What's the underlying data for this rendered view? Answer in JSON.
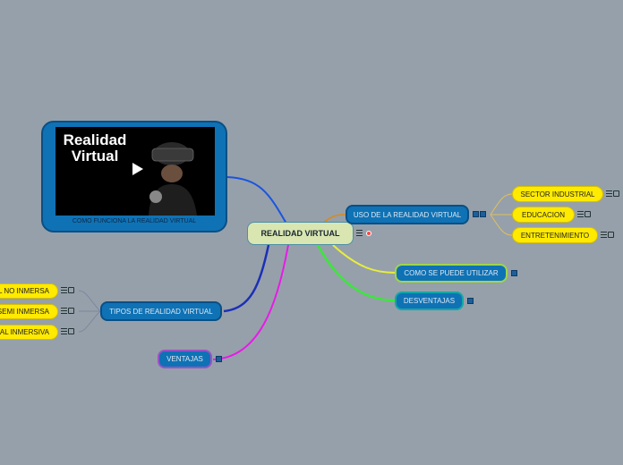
{
  "central": {
    "label": "REALIDAD VIRTUAL"
  },
  "video": {
    "title_line1": "Realidad",
    "title_line2": "Virtual",
    "caption": "COMO FUNCIONA LA REALIDAD VIRTUAL"
  },
  "branches": {
    "uso": {
      "label": "USO  DE LA REALIDAD VIRTUAL"
    },
    "como": {
      "label": "COMO SE PUEDE UTILIZAR"
    },
    "desventajas": {
      "label": "DESVENTAJAS"
    },
    "tipos": {
      "label": "TIPOS DE  REALIDAD VIRTUAL"
    },
    "ventajas": {
      "label": "VENTAJAS"
    }
  },
  "uso_children": [
    {
      "label": "SECTOR INDUSTRIAL"
    },
    {
      "label": "EDUCACION"
    },
    {
      "label": "ENTRETENIMIENTO"
    }
  ],
  "tipos_children": [
    {
      "label": "L NO INMERSA"
    },
    {
      "label": "SEMI INMERSA"
    },
    {
      "label": "AL INMERSIVA"
    }
  ],
  "colors": {
    "background": "#96a0aa",
    "central_fill": "#d9e6b2",
    "branch_fill": "#0f72b5",
    "leaf_fill": "#ffea00",
    "line_blue": "#1a55e0",
    "line_navy": "#1b2fb8",
    "line_orange": "#d98a1a",
    "line_yellow": "#e8ee3a",
    "line_green": "#3ae83a",
    "line_magenta": "#e81ae8"
  },
  "icons": {
    "notes": "notes-icon",
    "link": "link-icon",
    "doc": "document-icon",
    "marker": "marker-icon"
  }
}
